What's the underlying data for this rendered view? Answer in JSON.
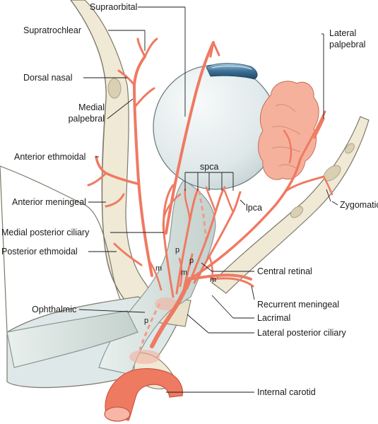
{
  "labels": {
    "supraorbital": "Supraorbital",
    "supratrochlear": "Supratrochlear",
    "dorsal_nasal": "Dorsal nasal",
    "medial_palpebral_1": "Medial",
    "medial_palpebral_2": "palpebral",
    "anterior_ethmoidal": "Anterior ethmoidal",
    "anterior_meningeal": "Anterior meningeal",
    "medial_posterior_ciliary": "Medial posterior ciliary",
    "posterior_ethmoidal": "Posterior ethmoidal",
    "ophthalmic": "Ophthalmic",
    "lateral_palpebral_1": "Lateral",
    "lateral_palpebral_2": "palpebral",
    "spca": "spca",
    "lpca": "lpca",
    "zygomatic": "Zygomatic",
    "central_retinal": "Central retinal",
    "recurrent_meningeal": "Recurrent meningeal",
    "lacrimal": "Lacrimal",
    "lateral_posterior_ciliary": "Lateral posterior ciliary",
    "internal_carotid": "Internal carotid"
  },
  "markers": {
    "p": "p",
    "m": "m"
  },
  "colors": {
    "artery": "#ef7a62",
    "artery_dark": "#c9553f",
    "bone": "#efe9d6",
    "bone_spongy": "#d9cfb2",
    "eye": "#e3ebec",
    "nerve": "#d8e2df",
    "gland": "#f6b19c",
    "iris": "#3d6f94"
  }
}
